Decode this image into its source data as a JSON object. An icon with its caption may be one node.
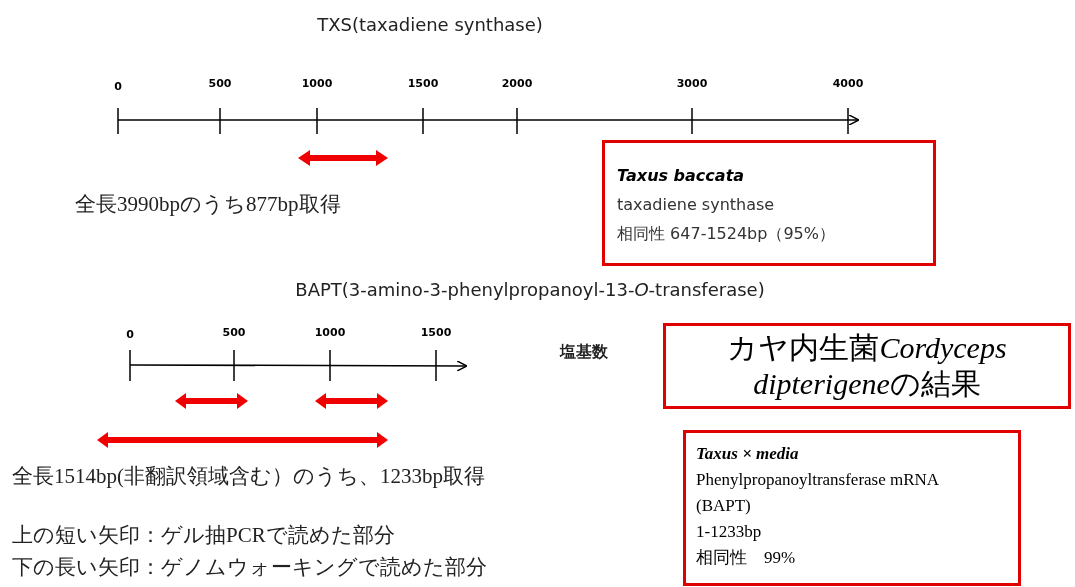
{
  "diagram": {
    "title": "TXS(taxadiene synthase)",
    "nodes": [
      {
        "text": [
          "Taxus baccata",
          "taxadiene synthase",
          "相同性 647-1524bp（95%）"
        ]
      },
      {
        "text": [
          "カヤ内生菌Cordyceps dipterigeneの結果"
        ]
      },
      {
        "text": [
          "Taxus × media",
          "Phenylpropanoyltransferase mRNA (BAPT)",
          "1-1233bp",
          "相同性　99%"
        ]
      }
    ],
    "edges": [],
    "labels": [
      "0",
      "500",
      "1000",
      "1500",
      "2000",
      "3000",
      "4000",
      "全長3990bpのうち877bp取得",
      "BAPT(3-amino-3-phenylpropanoyl-13-*O*-transferase)",
      "0",
      "500",
      "1000",
      "1500",
      "塩基数",
      "全長1514bp(非翻訳領域含む）のうち、1233bp取得",
      "上の短い矢印：ゲル抽PCRで読めた部分",
      "下の長い矢印：ゲノムウォーキングで読めた部分"
    ]
  }
}
